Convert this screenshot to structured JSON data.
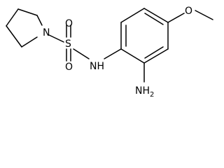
{
  "atom_labels": {
    "ring_nitrogen": "N",
    "sulfur": "S",
    "oxygen_top": "O",
    "oxygen_bottom": "O",
    "nh": "NH",
    "methoxy_oxygen": "O",
    "amine": "NH",
    "amine_subscript": "2"
  },
  "colors": {
    "line": "#000000",
    "text": "#000000",
    "background": "#ffffff"
  }
}
